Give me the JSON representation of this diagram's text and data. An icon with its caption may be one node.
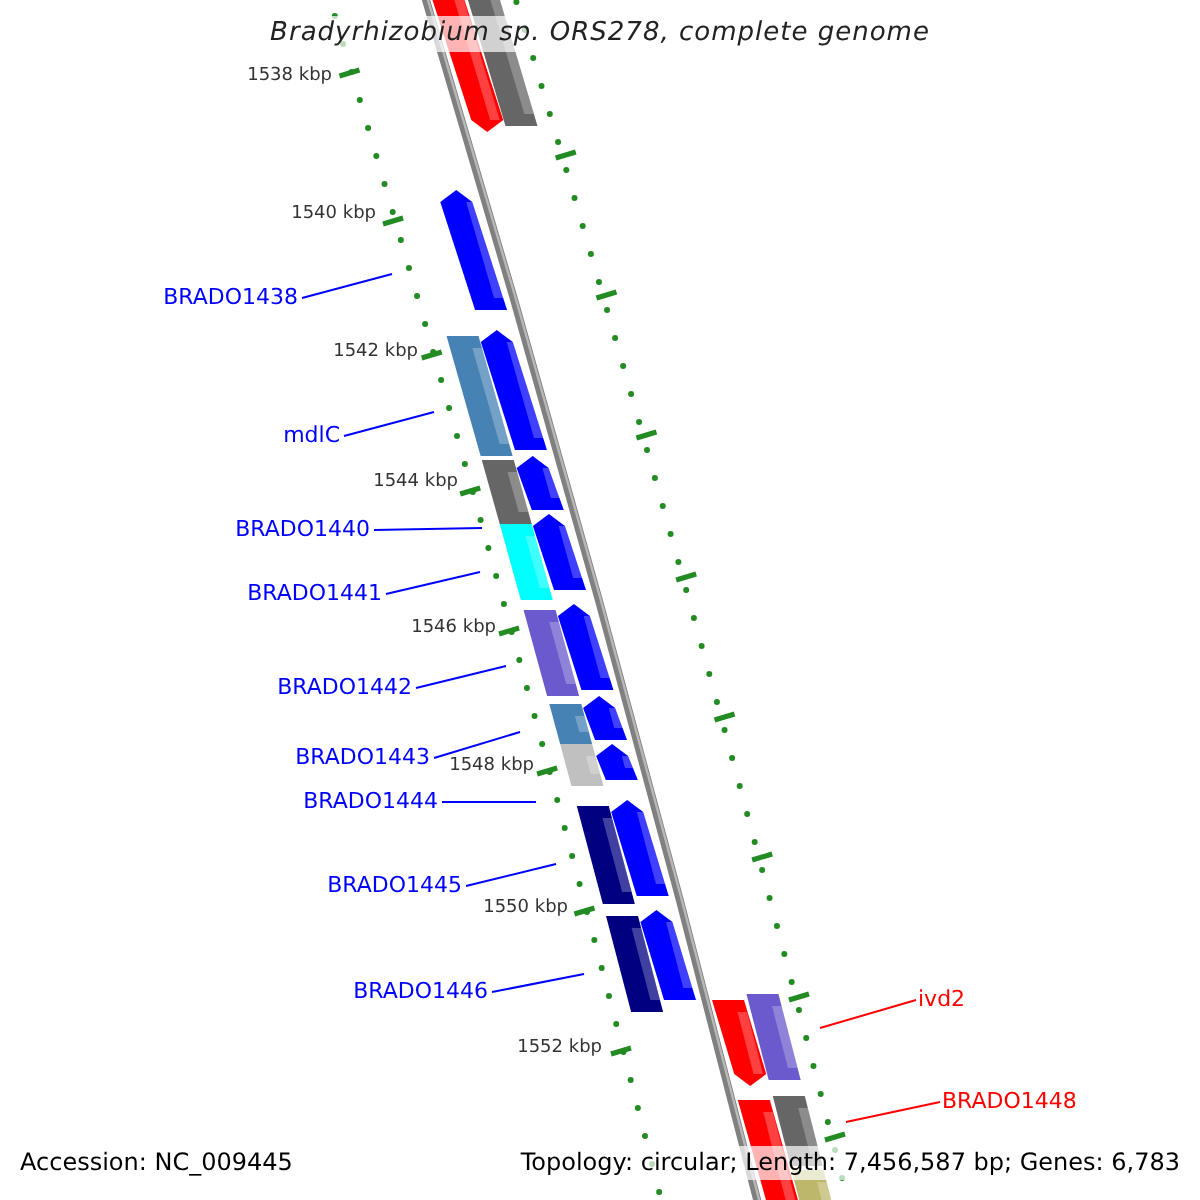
{
  "diagram": {
    "title": "Bradyrhizobium sp. ORS278, complete genome",
    "nodes": [
      {
        "text": [
          "BRADO1438"
        ]
      },
      {
        "text": [
          "mdlC"
        ]
      },
      {
        "text": [
          "BRADO1440"
        ]
      },
      {
        "text": [
          "BRADO1441"
        ]
      },
      {
        "text": [
          "BRADO1442"
        ]
      },
      {
        "text": [
          "BRADO1443"
        ]
      },
      {
        "text": [
          "BRADO1444"
        ]
      },
      {
        "text": [
          "BRADO1445"
        ]
      },
      {
        "text": [
          "BRADO1446"
        ]
      },
      {
        "text": [
          "ivd2"
        ]
      },
      {
        "text": [
          "BRADO1448"
        ]
      }
    ],
    "edges": [
      {
        "from": 0,
        "to": null,
        "arrow": "none"
      },
      {
        "from": 1,
        "to": null,
        "arrow": "none"
      },
      {
        "from": 2,
        "to": null,
        "arrow": "none"
      },
      {
        "from": 3,
        "to": null,
        "arrow": "none"
      },
      {
        "from": 4,
        "to": null,
        "arrow": "none"
      },
      {
        "from": 5,
        "to": null,
        "arrow": "none"
      },
      {
        "from": 6,
        "to": null,
        "arrow": "none"
      },
      {
        "from": 7,
        "to": null,
        "arrow": "none"
      },
      {
        "from": 8,
        "to": null,
        "arrow": "none"
      },
      {
        "from": 9,
        "to": null,
        "arrow": "none",
        "color": "#ff0000"
      },
      {
        "from": 10,
        "to": null,
        "arrow": "none",
        "color": "#ff0000"
      }
    ],
    "labels": [
      "1538 kbp",
      "1540 kbp",
      "1542 kbp",
      "1544 kbp",
      "1546 kbp",
      "1548 kbp",
      "1550 kbp",
      "1552 kbp",
      "Accession: NC_009445",
      "Topology: circular; Length: 7,456,587 bp; Genes: 6,783"
    ]
  }
}
